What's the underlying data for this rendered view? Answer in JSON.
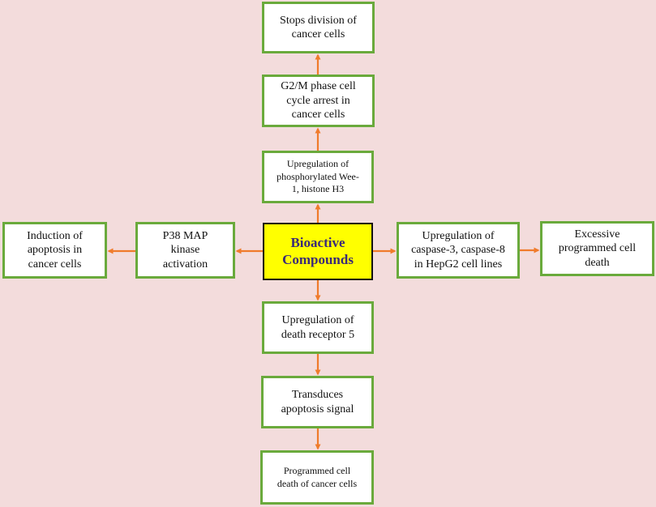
{
  "colors": {
    "background": "#f3dcdc",
    "box_border": "#6aaa3c",
    "center_fill": "#ffff00",
    "center_text": "#3b2a78",
    "arrow": "#f07b2b"
  },
  "center": {
    "line1": "Bioactive",
    "line2": "Compounds"
  },
  "up": [
    {
      "lines": [
        "Upregulation of",
        "phosphorylated Wee-",
        "1, histone H3"
      ]
    },
    {
      "lines": [
        "G2/M phase cell",
        "cycle arrest in",
        "cancer cells"
      ]
    },
    {
      "lines": [
        "Stops division of",
        "cancer cells"
      ]
    }
  ],
  "left": [
    {
      "lines": [
        "P38 MAP",
        "kinase",
        "activation"
      ]
    },
    {
      "lines": [
        "Induction of",
        "apoptosis in",
        "cancer cells"
      ]
    }
  ],
  "right": [
    {
      "lines": [
        "Upregulation of",
        "caspase-3, caspase-8",
        "in HepG2 cell lines"
      ]
    },
    {
      "lines": [
        "Excessive",
        "programmed cell",
        "death"
      ]
    }
  ],
  "down": [
    {
      "lines": [
        "Upregulation of",
        "death receptor 5"
      ]
    },
    {
      "lines": [
        "Transduces",
        "apoptosis signal"
      ]
    },
    {
      "lines": [
        "Programmed cell",
        "death of cancer cells"
      ]
    }
  ]
}
